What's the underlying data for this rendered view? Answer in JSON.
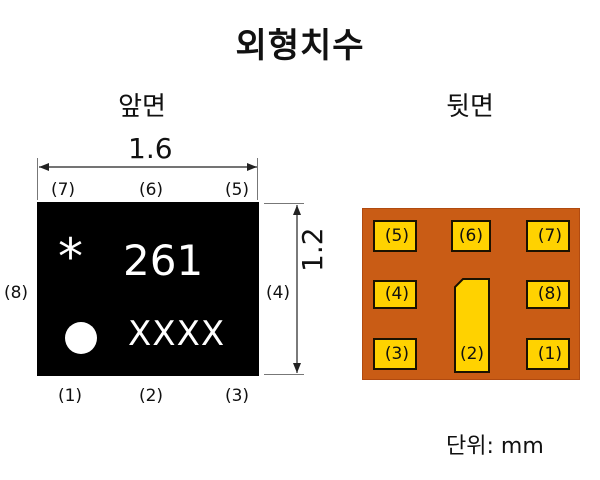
{
  "title": "외형치수",
  "front": {
    "heading": "앞면",
    "width_dim": "1.6",
    "height_dim": "1.2",
    "top_pins": [
      "(7)",
      "(6)",
      "(5)"
    ],
    "bottom_pins": [
      "(1)",
      "(2)",
      "(3)"
    ],
    "left_pin": "(8)",
    "right_pin": "(4)",
    "marking": {
      "symbol": "*",
      "code": "261",
      "lot": "XXXX"
    },
    "body_color": "#000000"
  },
  "back": {
    "heading": "뒷면",
    "body_color": "#c95c15",
    "pad_color": "#ffd200",
    "pads": {
      "r1": [
        "(5)",
        "(6)",
        "(7)"
      ],
      "r2": [
        "(4)",
        "(8)"
      ],
      "r3": [
        "(3)",
        "(2)",
        "(1)"
      ]
    }
  },
  "unit_note": "단위: mm"
}
